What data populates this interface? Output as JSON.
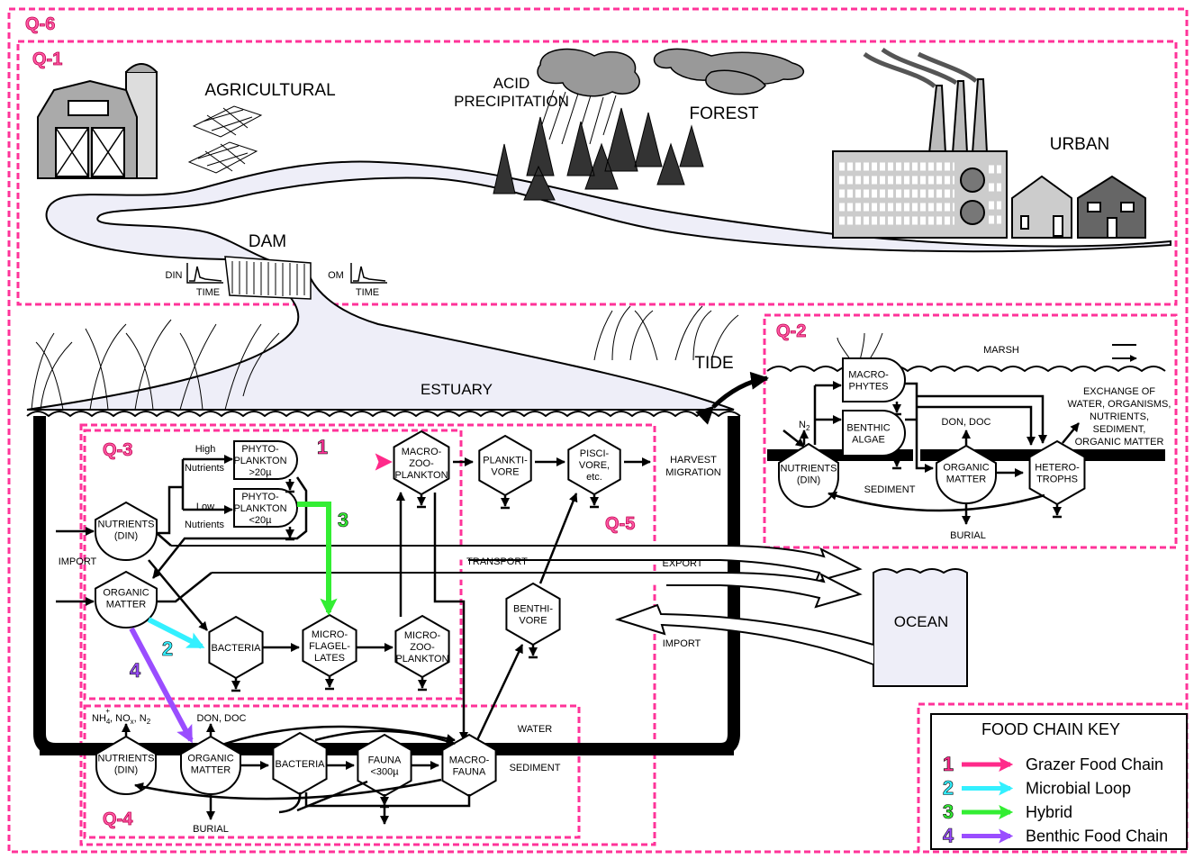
{
  "regions": {
    "q6": "Q-6",
    "q1": "Q-1",
    "q2": "Q-2",
    "q3": "Q-3",
    "q4": "Q-4",
    "q5": "Q-5"
  },
  "watershed": {
    "agricultural": "AGRICULTURAL",
    "acid": "ACID",
    "precipitation": "PRECIPITATION",
    "forest": "FOREST",
    "urban": "URBAN",
    "dam": "DAM",
    "din": "DIN",
    "om": "OM",
    "time": "TIME"
  },
  "estuary": {
    "estuary": "ESTUARY",
    "tide": "TIDE",
    "import_left": "IMPORT",
    "transport": "TRANSPORT",
    "export": "EXPORT",
    "import_ocean": "IMPORT",
    "harvest": "HARVEST",
    "migration": "MIGRATION",
    "ocean": "OCEAN",
    "water": "WATER",
    "sediment": "SEDIMENT"
  },
  "q3": {
    "high": "High",
    "nutrients_label": "Nutrients",
    "low": "Low",
    "nutrients_din": [
      "NUTRIENTS",
      "(DIN)"
    ],
    "organic_matter": [
      "ORGANIC",
      "MATTER"
    ],
    "phyto_large": [
      "PHYTO-",
      "PLANKTON",
      ">20µ"
    ],
    "phyto_small": [
      "PHYTO-",
      "PLANKTON",
      "<20µ"
    ],
    "macrozooplankton": [
      "MACRO-",
      "ZOO-",
      "PLANKTON"
    ],
    "bacteria": [
      "BACTERIA"
    ],
    "microflagellates": [
      "MICRO-",
      "FLAGEL-",
      "LATES"
    ],
    "microzooplankton": [
      "MICRO-",
      "ZOO-",
      "PLANKTON"
    ]
  },
  "q5": {
    "planktivore": [
      "PLANKTI-",
      "VORE"
    ],
    "piscivore": [
      "PISCI-",
      "VORE,",
      "etc."
    ],
    "benthivore": [
      "BENTHI-",
      "VORE"
    ]
  },
  "q4": {
    "nh": "NH",
    "nh_sub": "4",
    "nh_sup": "+",
    "no": ", NO",
    "no_sub": "x",
    "n": ", N",
    "n_sub": "2",
    "don_doc": "DON, DOC",
    "burial": "BURIAL",
    "nutrients_din": [
      "NUTRIENTS",
      "(DIN)"
    ],
    "organic_matter": [
      "ORGANIC",
      "MATTER"
    ],
    "bacteria": [
      "BACTERIA"
    ],
    "fauna": [
      "FAUNA",
      "<300µ"
    ],
    "macrofauna": [
      "MACRO-",
      "FAUNA"
    ]
  },
  "q2": {
    "marsh": "MARSH",
    "n": "N",
    "n_sub": "2",
    "macrophytes": [
      "MACRO-",
      "PHYTES"
    ],
    "benthic_algae": [
      "BENTHIC",
      "ALGAE"
    ],
    "nutrients_din": [
      "NUTRIENTS",
      "(DIN)"
    ],
    "organic_matter": [
      "ORGANIC",
      "MATTER"
    ],
    "heterotrophs": [
      "HETERO-",
      "TROPHS"
    ],
    "don_doc": "DON, DOC",
    "sediment": "SEDIMENT",
    "burial": "BURIAL",
    "exchange": [
      "EXCHANGE OF",
      "WATER, ORGANISMS,",
      "NUTRIENTS,",
      "SEDIMENT,",
      "ORGANIC MATTER"
    ]
  },
  "flow_numbers": [
    "1",
    "2",
    "3",
    "4"
  ],
  "key": {
    "title": "FOOD CHAIN KEY",
    "items": [
      {
        "number": "1",
        "label": "Grazer Food Chain",
        "color": "#ff2a8a"
      },
      {
        "number": "2",
        "label": "Microbial Loop",
        "color": "#33f0ff"
      },
      {
        "number": "3",
        "label": "Hybrid",
        "color": "#33ee33"
      },
      {
        "number": "4",
        "label": "Benthic Food Chain",
        "color": "#9a4dff"
      }
    ]
  },
  "colors": {
    "region_border": "#ff3399",
    "water": "#eeeef8",
    "sediment": "#000000"
  }
}
